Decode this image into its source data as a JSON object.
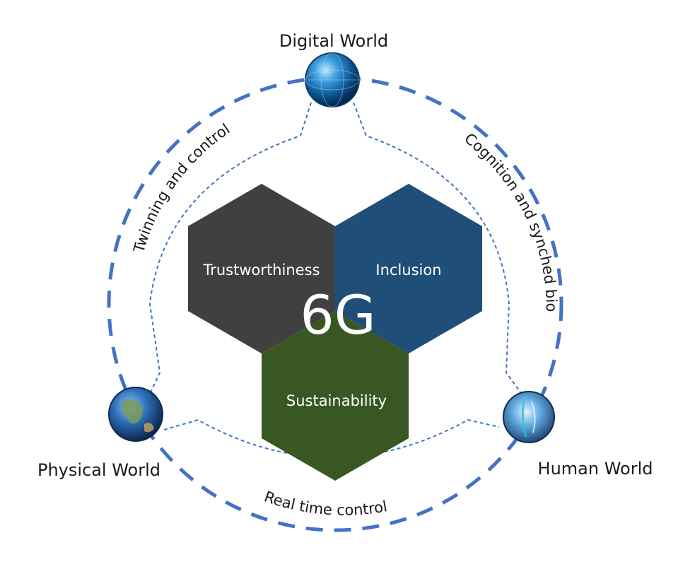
{
  "center": {
    "label": "6G"
  },
  "pillars": [
    {
      "label": "Trustworthiness",
      "color": "#404040"
    },
    {
      "label": "Inclusion",
      "color": "#1f4e79"
    },
    {
      "label": "Sustainability",
      "color": "#385723"
    }
  ],
  "worlds": {
    "digital": {
      "label": "Digital World"
    },
    "physical": {
      "label": "Physical World"
    },
    "human": {
      "label": "Human World"
    }
  },
  "links": {
    "digital_physical": "Twinning and control",
    "digital_human": "Cognition and synched bio",
    "physical_human": "Real time control"
  },
  "colors": {
    "ring": "#4472c4"
  }
}
